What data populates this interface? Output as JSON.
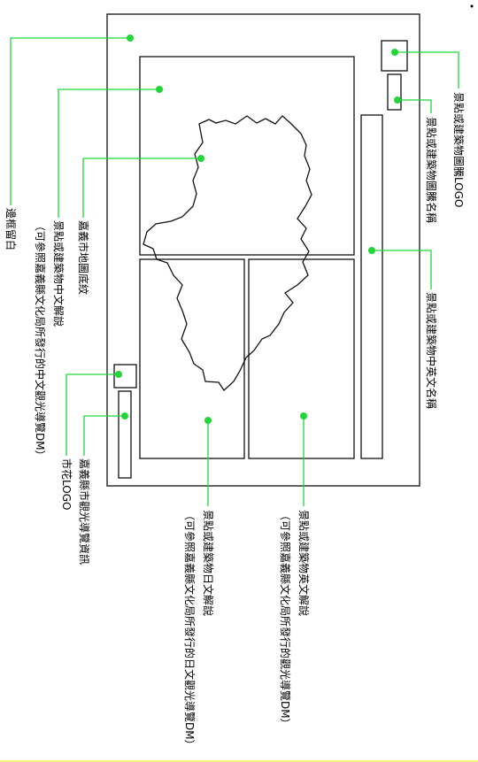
{
  "colors": {
    "leader": "#22d63a",
    "outline": "#111111",
    "bottom_rule": "#f4f27a"
  },
  "labels": {
    "logo": "景點或建築物圖騰LOGO",
    "name_zh": "景點或建築物圖騰名稱",
    "name_en": "景點或建築物中英文名稱",
    "desc_en": "景點或建築物英文解說",
    "desc_en_ref": "（可參照嘉義縣文化局所發行的觀光導覽DM）",
    "desc_ja": "景點或建築物日文解說",
    "desc_ja_ref": "（可參照嘉義縣文化局所發行的日文觀光導覽DM）",
    "city_info": "嘉義縣市觀光導覽資訊",
    "city_logo": "市花LOGO",
    "desc_zh": "景點或建築物中文解說",
    "desc_zh_ref": "（可參照嘉義縣文化局所發行的中文觀光導覽DM）",
    "map": "嘉義市地圖底紋",
    "margin": "邊框留白"
  }
}
